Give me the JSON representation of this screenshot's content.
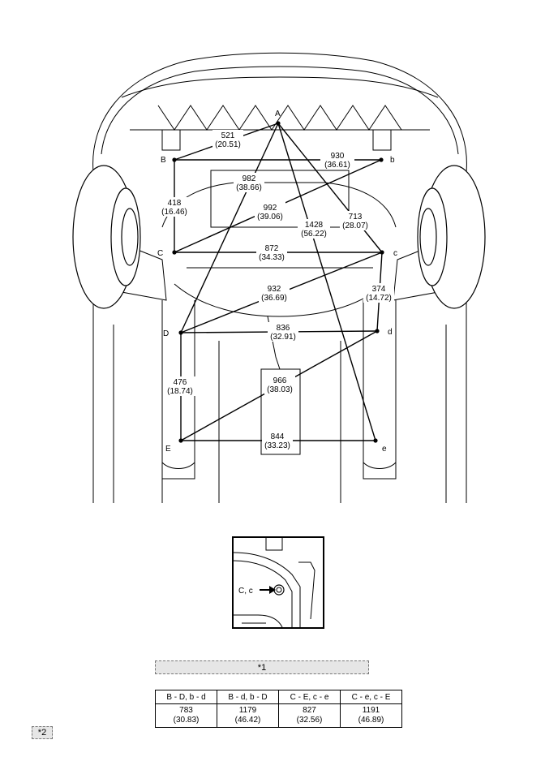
{
  "points": {
    "A": "A",
    "B": "B",
    "b": "b",
    "C": "C",
    "c": "c",
    "D": "D",
    "d": "d",
    "E": "E",
    "e": "e"
  },
  "dimensions": [
    {
      "id": "a-b",
      "mm": "521",
      "inch": "(20.51)"
    },
    {
      "id": "b-b",
      "mm": "930",
      "inch": "(36.61)"
    },
    {
      "id": "a-d-left",
      "mm": "982",
      "inch": "(38.66)"
    },
    {
      "id": "b-c",
      "mm": "418",
      "inch": "(16.46)"
    },
    {
      "id": "c-b",
      "mm": "992",
      "inch": "(39.06)"
    },
    {
      "id": "a-c",
      "mm": "713",
      "inch": "(28.07)"
    },
    {
      "id": "a-e",
      "mm": "1428",
      "inch": "(56.22)"
    },
    {
      "id": "c-c",
      "mm": "872",
      "inch": "(34.33)"
    },
    {
      "id": "d-c",
      "mm": "932",
      "inch": "(36.69)"
    },
    {
      "id": "c-d",
      "mm": "374",
      "inch": "(14.72)"
    },
    {
      "id": "d-d",
      "mm": "836",
      "inch": "(32.91)"
    },
    {
      "id": "d-e",
      "mm": "476",
      "inch": "(18.74)"
    },
    {
      "id": "e-d",
      "mm": "966",
      "inch": "(38.03)"
    },
    {
      "id": "e-e",
      "mm": "844",
      "inch": "(33.23)"
    }
  ],
  "detail_label": "C, c",
  "callout_1": "*1",
  "callout_2": "*2",
  "table": {
    "headers": [
      "B - D, b - d",
      "B - d, b - D",
      "C - E, c - e",
      "C - e, c - E"
    ],
    "mm": [
      "783",
      "1179",
      "827",
      "1191"
    ],
    "inch": [
      "(30.83)",
      "(46.42)",
      "(32.56)",
      "(46.89)"
    ]
  }
}
